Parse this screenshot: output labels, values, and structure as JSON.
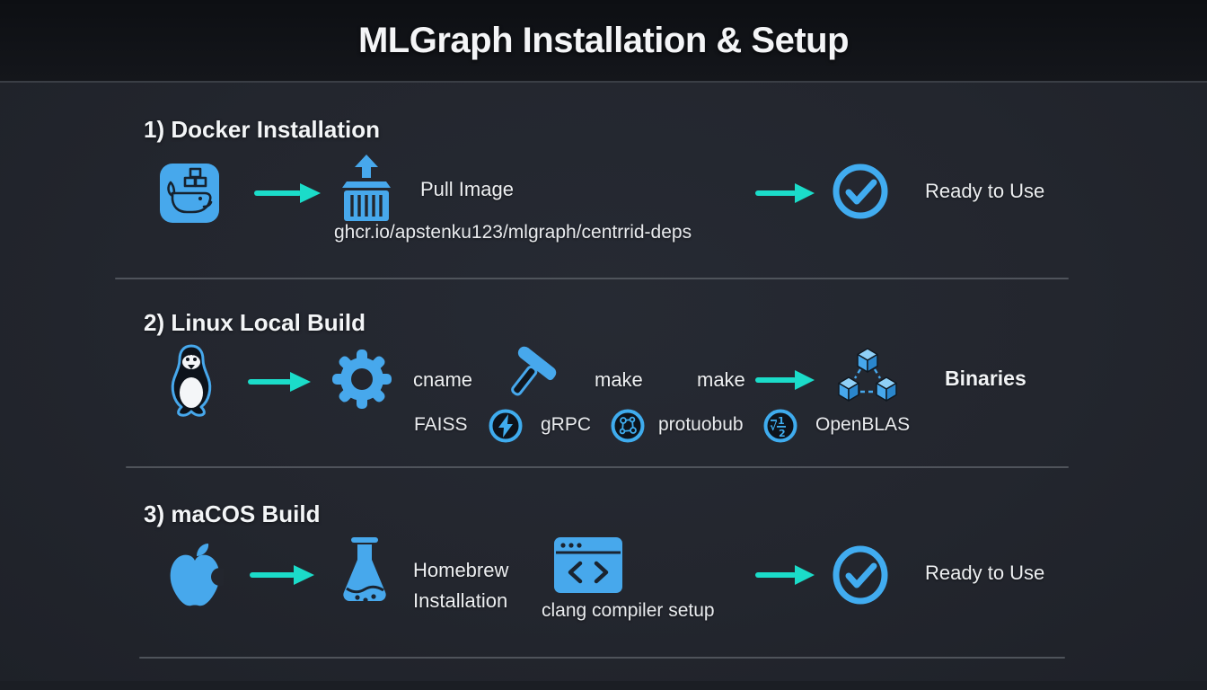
{
  "title": "MLGraph Installation & Setup",
  "colors": {
    "background": "#23262e",
    "header_background": "#121419",
    "accent_blue": "#47a8ec",
    "accent_cyan": "#1bdcc9",
    "text": "#edeff1"
  },
  "section1": {
    "heading": "1) Docker Installation",
    "pull_image_label": "Pull Image",
    "image_path": "ghcr.io/apstenku123/mlgraph/centrrid-deps",
    "ready_label": "Ready to Use"
  },
  "section2": {
    "heading": "2) Linux Local Build",
    "cmake_label": "cname",
    "make_label_1": "make",
    "make_label_2": "make",
    "binaries_label": "Binaries",
    "faiss_label": "FAISS",
    "grpc_label": "gRPC",
    "protobuf_label": "protuobub",
    "openblas_label": "OpenBLAS"
  },
  "section3": {
    "heading": "3) maCOS Build",
    "homebrew_lines": [
      "Homebrew",
      "Installation"
    ],
    "clang_label": "clang compiler setup",
    "ready_label": "Ready to Use"
  },
  "icons": {
    "docker-icon": "whale-on-blue-rounded-square",
    "arrow-right-icon": "→",
    "container-upload-icon": "crate-with-up-arrow",
    "check-circle-icon": "✓",
    "linux-tux-icon": "penguin",
    "gear-icon": "⚙",
    "hammer-icon": "hammer",
    "cubes-icon": "three-linked-cubes",
    "bolt-circle-icon": "⚡",
    "graph-circle-icon": "molecule-graph",
    "math-circle-icon": "½√",
    "apple-icon": "apple-silhouette",
    "flask-icon": "erlenmeyer-flask",
    "code-window-icon": "<>"
  }
}
